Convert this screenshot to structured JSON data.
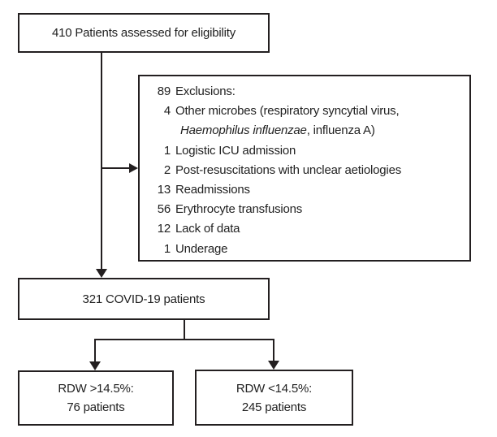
{
  "diagram": {
    "eligibility": {
      "text": "410 Patients assessed for eligibility"
    },
    "exclusions": {
      "num": "89",
      "label": "Exclusions:",
      "items": [
        {
          "num": "4",
          "label": "Other microbes (respiratory syncytial virus,"
        },
        {
          "num": "",
          "italic": "Haemophilus influenzae",
          "rest": ", influenza A)"
        },
        {
          "num": "1",
          "label": "Logistic ICU admission"
        },
        {
          "num": "2",
          "label": "Post-resuscitations with unclear aetiologies"
        },
        {
          "num": "13",
          "label": "Readmissions"
        },
        {
          "num": "56",
          "label": "Erythrocyte transfusions"
        },
        {
          "num": "12",
          "label": "Lack of data"
        },
        {
          "num": "1",
          "label": "Underage"
        }
      ]
    },
    "covid": {
      "text": "321 COVID-19 patients"
    },
    "rdw_high": {
      "line1": "RDW >14.5%:",
      "line2": "76 patients"
    },
    "rdw_low": {
      "line1": "RDW <14.5%:",
      "line2": "245 patients"
    }
  },
  "colors": {
    "ink": "#231f20",
    "background": "#ffffff"
  }
}
